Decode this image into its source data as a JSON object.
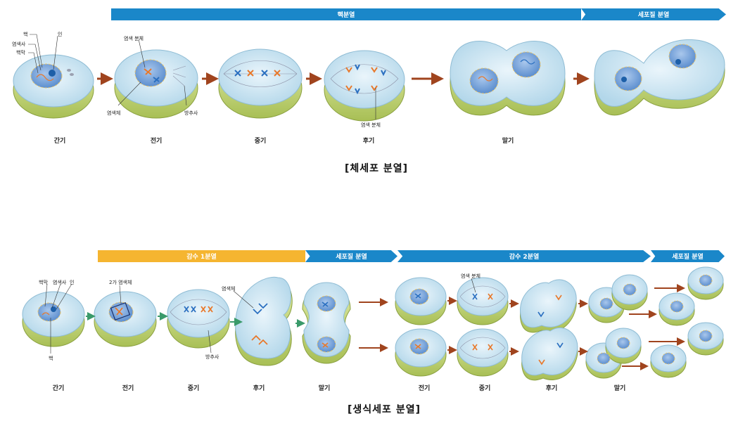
{
  "somatic": {
    "banner_nuclear": "핵분열",
    "banner_cyto": "세포질 분열",
    "stages": [
      "간기",
      "전기",
      "중기",
      "후기",
      "말기"
    ],
    "annotations": {
      "nucleus": "핵",
      "chromatin": "염색사",
      "nuclear_membrane": "핵막",
      "nucleolus": "인",
      "chromatid": "염색 분체",
      "chromosome": "염색체",
      "spindle": "방추사",
      "chromatid_anaphase": "염색 분체"
    },
    "title": "[체세포 분열]"
  },
  "germ": {
    "banner_meiosis1": "감수 1분열",
    "banner_cyto1": "세포질 분열",
    "banner_meiosis2": "감수 2분열",
    "banner_cyto2": "세포질 분열",
    "stages": [
      "간기",
      "전기",
      "중기",
      "후기",
      "말기",
      "전기",
      "중기",
      "후기",
      "말기"
    ],
    "annotations": {
      "nuclear_membrane": "핵막",
      "chromatin": "염색사",
      "nucleolus": "인",
      "nucleus": "핵",
      "bivalent": "2가 염색체",
      "chromosome": "염색체",
      "spindle": "방추사",
      "chromatid": "염색 분체"
    },
    "title": "[생식세포 분열]"
  },
  "colors": {
    "banner_blue": "#1a87c9",
    "banner_orange": "#f5b530",
    "cell_green": "#cfe08a",
    "cytoplasm": "#c7e3f1",
    "nucleus": "#7fa9d8",
    "arrow_red": "#a0441e",
    "arrow_green": "#3a9a6a",
    "chromosome_orange": "#e8782a",
    "chromosome_blue": "#2a6fc0"
  }
}
